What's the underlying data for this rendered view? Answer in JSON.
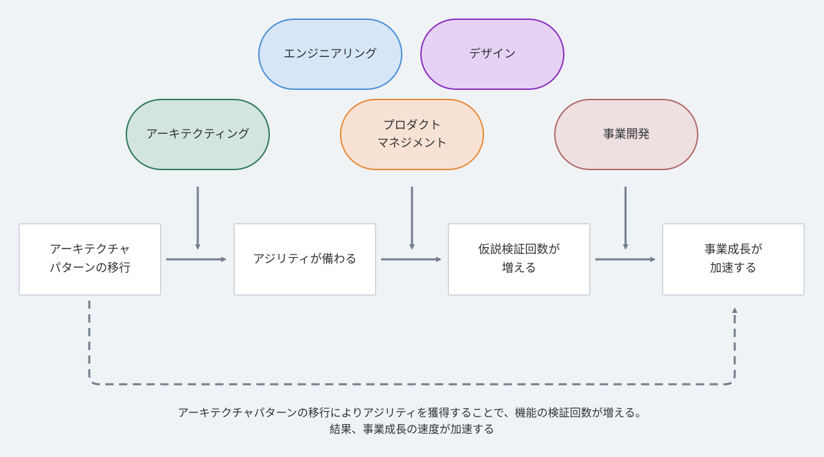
{
  "roles": [
    {
      "id": "engineering",
      "label": "エンジニアリング",
      "fill": "#d6e6f6",
      "stroke": "#4a90d6"
    },
    {
      "id": "design",
      "label": "デザイン",
      "fill": "#e6d2f4",
      "stroke": "#8a2fc0"
    },
    {
      "id": "architecting",
      "label": "アーキテクティング",
      "fill": "#d4e4df",
      "stroke": "#2f7a5e"
    },
    {
      "id": "product-management",
      "label": "プロダクト\nマネジメント",
      "fill": "#f8e2d4",
      "stroke": "#e88a3a"
    },
    {
      "id": "business-development",
      "label": "事業開発",
      "fill": "#eedfe0",
      "stroke": "#b06a68"
    }
  ],
  "flow": [
    {
      "id": "architecture-migration",
      "label": "アーキテクチャ\nパターンの移行"
    },
    {
      "id": "agility",
      "label": "アジリティが備わる"
    },
    {
      "id": "more-validations",
      "label": "仮説検証回数が\n増える"
    },
    {
      "id": "business-growth",
      "label": "事業成長が\n加速する"
    }
  ],
  "caption": {
    "line1": "アーキテクチャパターンの移行によりアジリティを獲得することで、機能の検証回数が増える。",
    "line2": "結果、事業成長の速度が加速する"
  },
  "colors": {
    "arrow": "#737f8c",
    "box_border": "#d3d9df",
    "background": "#f0f3f6"
  }
}
